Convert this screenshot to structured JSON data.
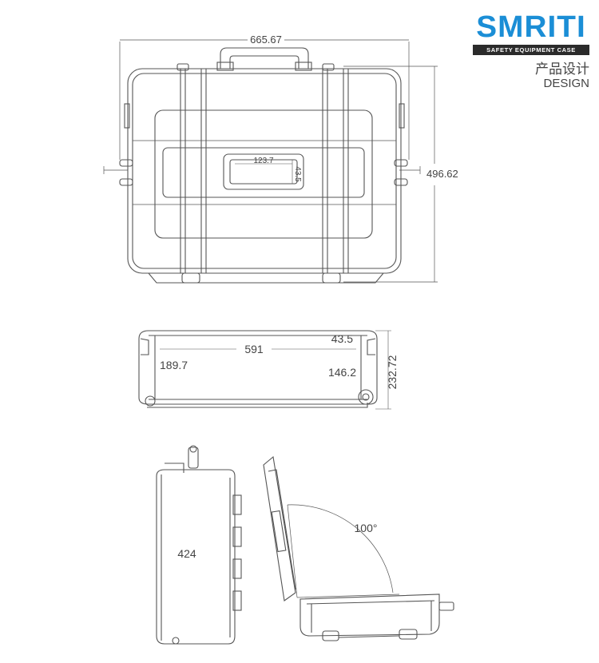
{
  "brand": {
    "logo_text": "SMRITI",
    "logo_tagline": "SAFETY EQUIPMENT CASE",
    "title_cn": "产品设计",
    "title_en": "DESIGN"
  },
  "front_view": {
    "width_label": "665.67",
    "height_label": "496.62",
    "handle_width_label": "123.7",
    "handle_height_label": "43.5"
  },
  "top_view": {
    "inner_length_label": "591",
    "left_depth_label": "189.7",
    "right_depth_label": "146.2",
    "corner_label": "43.5",
    "total_depth_label": "232.72"
  },
  "side_view": {
    "height_label": "424"
  },
  "open_view": {
    "angle_label": "100°"
  },
  "colors": {
    "brand_blue": "#1b8ed6",
    "line": "#555555"
  }
}
